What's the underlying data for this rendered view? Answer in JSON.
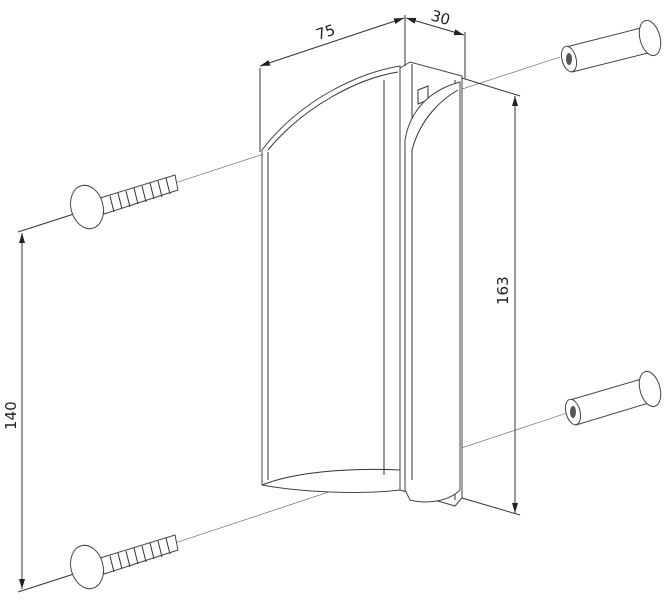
{
  "dimensions": {
    "width": "75",
    "depth": "30",
    "height": "163",
    "hole_spacing": "140"
  },
  "colors": {
    "line": "#333333",
    "background": "#ffffff"
  }
}
